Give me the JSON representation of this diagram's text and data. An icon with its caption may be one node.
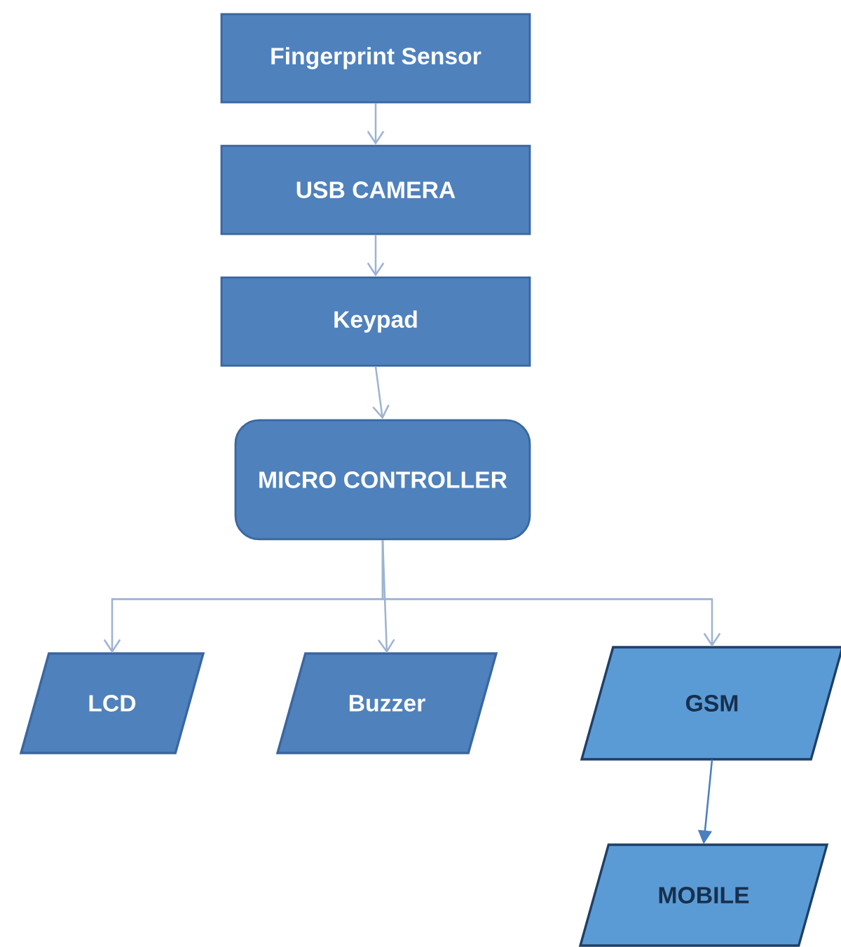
{
  "diagram": {
    "nodes": [
      {
        "text": [
          "Fingerprint Sensor"
        ]
      },
      {
        "text": [
          "USB CAMERA"
        ]
      },
      {
        "text": [
          "Keypad"
        ]
      },
      {
        "text": [
          "MICRO CONTROLLER"
        ]
      },
      {
        "text": [
          "LCD"
        ]
      },
      {
        "text": [
          "Buzzer"
        ]
      },
      {
        "text": [
          "GSM"
        ]
      },
      {
        "text": [
          "MOBILE"
        ]
      }
    ],
    "edges": [
      {
        "from": 0,
        "to": 1,
        "arrow": "to"
      },
      {
        "from": 1,
        "to": 2,
        "arrow": "to"
      },
      {
        "from": 2,
        "to": 3,
        "arrow": "to"
      },
      {
        "from": 3,
        "to": 4,
        "arrow": "to"
      },
      {
        "from": 3,
        "to": 5,
        "arrow": "to"
      },
      {
        "from": 3,
        "to": 6,
        "arrow": "to"
      },
      {
        "from": 6,
        "to": 7,
        "arrow": "to",
        "color": "#4a7fc0"
      }
    ]
  }
}
